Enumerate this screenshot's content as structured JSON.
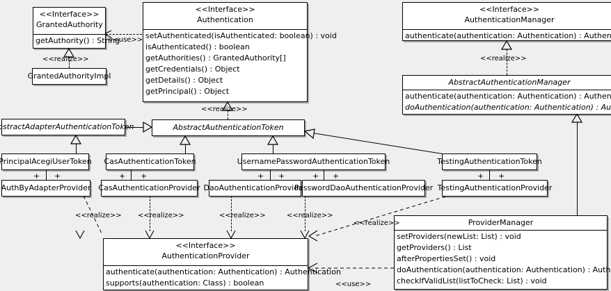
{
  "diagram": {
    "type": "uml-class-diagram",
    "background": "#efefef",
    "stroke": "#000000",
    "fill": "#ffffff"
  },
  "stereotypes": {
    "interface": "<<Interface>>",
    "realize": "<<realize>>",
    "use": "<<use>>"
  },
  "classes": {
    "granted_authority": {
      "stereotype": "<<Interface>>",
      "name": "GrantedAuthority",
      "operations": [
        "getAuthority() : String"
      ]
    },
    "granted_authority_impl": {
      "name": "GrantedAuthorityImpl"
    },
    "authentication": {
      "stereotype": "<<Interface>>",
      "name": "Authentication",
      "operations": [
        "setAuthenticated(isAuthenticated: boolean) : void",
        "isAuthenticated() : boolean",
        "getAuthorities() : GrantedAuthority[]",
        "getCredentials() : Object",
        "getDetails() : Object",
        "getPrincipal() : Object"
      ]
    },
    "authentication_manager": {
      "stereotype": "<<Interface>>",
      "name": "AuthenticationManager",
      "operations": [
        "authenticate(authentication: Authentication) : Authentication"
      ]
    },
    "abstract_authentication_manager": {
      "name": "AbstractAuthenticationManager",
      "abstract": true,
      "operations": [
        "authenticate(authentication: Authentication) : Authentication",
        "doAuthentication(authentication: Authentication) : Authentication"
      ]
    },
    "abstract_adapter_authentication_token": {
      "name": "AbstractAdapterAuthenticationToken",
      "abstract": true
    },
    "abstract_authentication_token": {
      "name": "AbstractAuthenticationToken",
      "abstract": true
    },
    "principal_acegi_user_token": {
      "name": "PrincipalAcegiUserToken"
    },
    "cas_authentication_token": {
      "name": "CasAuthenticationToken"
    },
    "username_password_authentication_token": {
      "name": "UsernamePasswordAuthenticationToken"
    },
    "testing_authentication_token": {
      "name": "TestingAuthenticationToken"
    },
    "auth_by_adapter_provider": {
      "name": "AuthByAdapterProvider"
    },
    "cas_authentication_provider": {
      "name": "CasAuthenticationProvider"
    },
    "dao_authentication_provider": {
      "name": "DaoAuthenticationProvider"
    },
    "password_dao_authentication_provider": {
      "name": "PasswordDaoAuthenticationProvider"
    },
    "testing_authentication_provider": {
      "name": "TestingAuthenticationProvider"
    },
    "authentication_provider": {
      "stereotype": "<<Interface>>",
      "name": "AuthenticationProvider",
      "operations": [
        "authenticate(authentication: Authentication) : Authentication",
        "supports(authentication: Class) : boolean"
      ]
    },
    "provider_manager": {
      "name": "ProviderManager",
      "operations": [
        "setProviders(newList: List) : void",
        "getProviders() : List",
        "afterPropertiesSet() : void",
        "doAuthentication(authentication: Authentication) : Authentication",
        "checkIfValidList(listToCheck: List) : void"
      ]
    }
  },
  "relationship_labels": {
    "use_authentication_granted": "<<use>>",
    "realize_granted": "<<realize>>",
    "realize_authentication": "<<realize>>",
    "realize_manager": "<<realize>>",
    "realize_auth_by_adapter": "<<realize>>",
    "realize_cas": "<<realize>>",
    "realize_dao": "<<realize>>",
    "realize_password_dao": "<<realize>>",
    "realize_testing": "<<realize>>",
    "use_provider_manager": "<<use>>"
  },
  "association_marker": "+"
}
